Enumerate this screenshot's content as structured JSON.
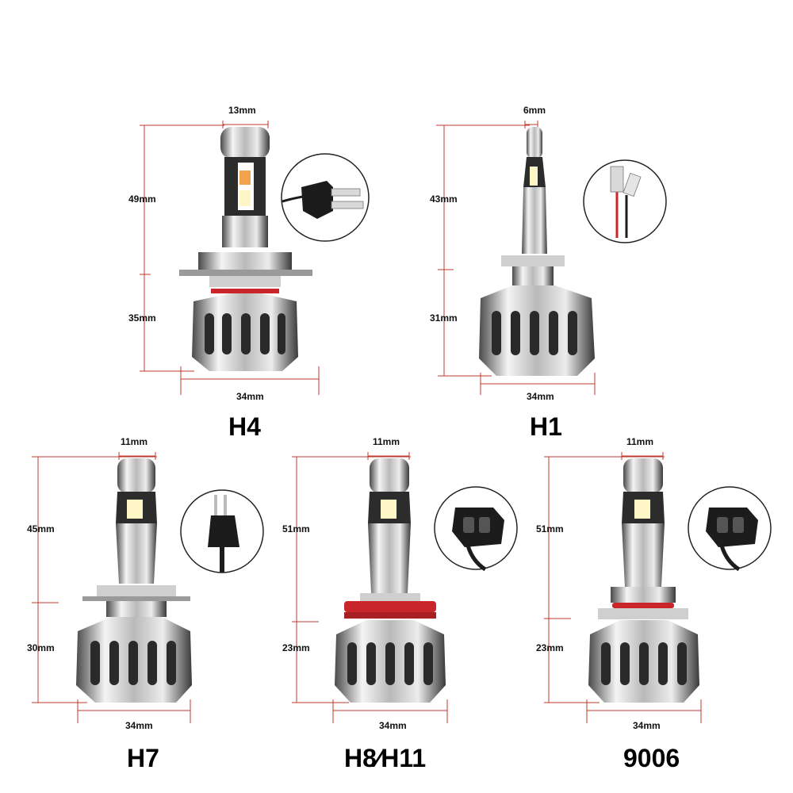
{
  "colors": {
    "dimension_line": "#c0392b",
    "chrome_light": "#f4f4f4",
    "chrome_mid": "#b9b9b9",
    "chrome_dark": "#3a3a3a",
    "seal_ring": "#c8262b",
    "led_chip": "#fff6c8",
    "led_amber": "#f2a24a",
    "connector_black": "#1c1c1c"
  },
  "bulbs": [
    {
      "model": "H4",
      "top_width": "13mm",
      "upper_length": "49mm",
      "lower_length": "35mm",
      "base_width": "34mm",
      "connector_icon": "h4-plug-connector-icon"
    },
    {
      "model": "H1",
      "top_width": "6mm",
      "upper_length": "43mm",
      "lower_length": "31mm",
      "base_width": "34mm",
      "connector_icon": "spade-wire-connector-icon"
    },
    {
      "model": "H7",
      "top_width": "11mm",
      "upper_length": "45mm",
      "lower_length": "30mm",
      "base_width": "34mm",
      "connector_icon": "h7-plug-connector-icon"
    },
    {
      "model": "H8∕H11",
      "top_width": "11mm",
      "upper_length": "51mm",
      "lower_length": "23mm",
      "base_width": "34mm",
      "connector_icon": "h11-socket-connector-icon"
    },
    {
      "model": "9006",
      "top_width": "11mm",
      "upper_length": "51mm",
      "lower_length": "23mm",
      "base_width": "34mm",
      "connector_icon": "9006-socket-connector-icon"
    }
  ]
}
